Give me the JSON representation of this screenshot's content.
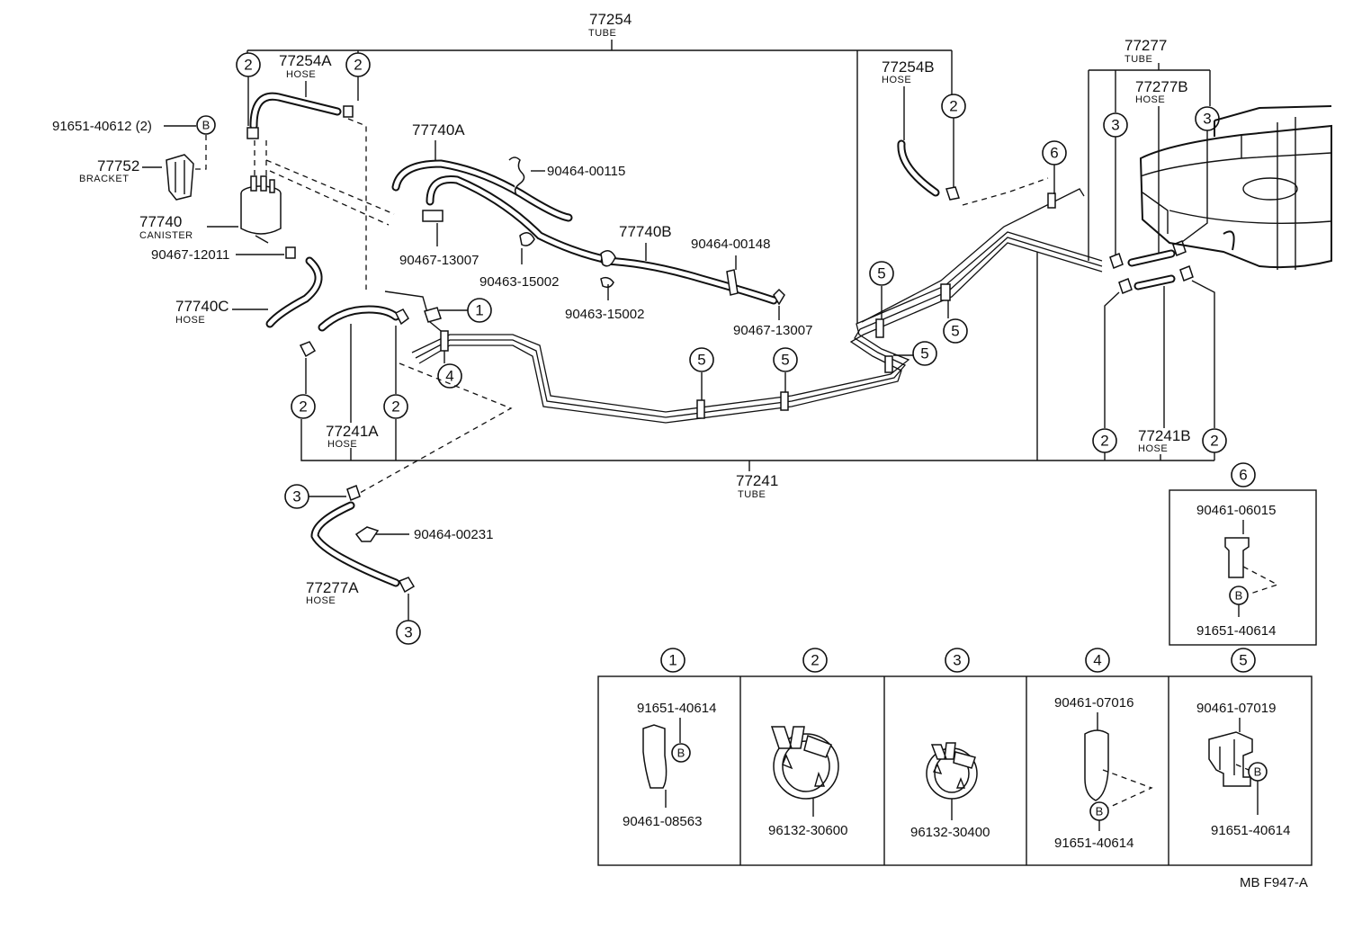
{
  "labels": {
    "tube_77254": "77254",
    "tube_77254_sub": "TUBE",
    "hose_77254A": "77254A",
    "hose_77254A_sub": "HOSE",
    "hose_77254B": "77254B",
    "hose_77254B_sub": "HOSE",
    "tube_77277": "77277",
    "tube_77277_sub": "TUBE",
    "hose_77277B": "77277B",
    "hose_77277B_sub": "HOSE",
    "bolt_91651_40612": "91651-40612 (2)",
    "bracket_77752": "77752",
    "bracket_77752_sub": "BRACKET",
    "canister_77740": "77740",
    "canister_77740_sub": "CANISTER",
    "clip_90467_12011": "90467-12011",
    "hose_77740C": "77740C",
    "hose_77740C_sub": "HOSE",
    "hose_77740A": "77740A",
    "clip_90464_00115": "90464-00115",
    "clip_90467_13007_a": "90467-13007",
    "clip_90463_15002_a": "90463-15002",
    "hose_77740B": "77740B",
    "clip_90464_00148": "90464-00148",
    "clip_90463_15002_b": "90463-15002",
    "clip_90467_13007_b": "90467-13007",
    "hose_77241A": "77241A",
    "hose_77241A_sub": "HOSE",
    "tube_77241": "77241",
    "tube_77241_sub": "TUBE",
    "hose_77241B": "77241B",
    "hose_77241B_sub": "HOSE",
    "clip_90464_00231": "90464-00231",
    "hose_77277A": "77277A",
    "hose_77277A_sub": "HOSE",
    "diagram_code": "MB F947-A"
  },
  "callouts": {
    "c1": "1",
    "c2": "2",
    "c3": "3",
    "c4": "4",
    "c5": "5",
    "c6": "6",
    "b": "B"
  },
  "detail_box_6": {
    "title": "6",
    "part_top": "90461-06015",
    "part_bottom": "91651-40614",
    "bolt": "B"
  },
  "detail_table": [
    {
      "num": "1",
      "top": "91651-40614",
      "bottom": "90461-08563",
      "bolt": "B"
    },
    {
      "num": "2",
      "top": "",
      "bottom": "96132-30600",
      "bolt": ""
    },
    {
      "num": "3",
      "top": "",
      "bottom": "96132-30400",
      "bolt": ""
    },
    {
      "num": "4",
      "top": "90461-07016",
      "bottom": "91651-40614",
      "bolt": "B"
    },
    {
      "num": "5",
      "top": "90461-07019",
      "bottom": "91651-40614",
      "bolt": "B"
    }
  ]
}
